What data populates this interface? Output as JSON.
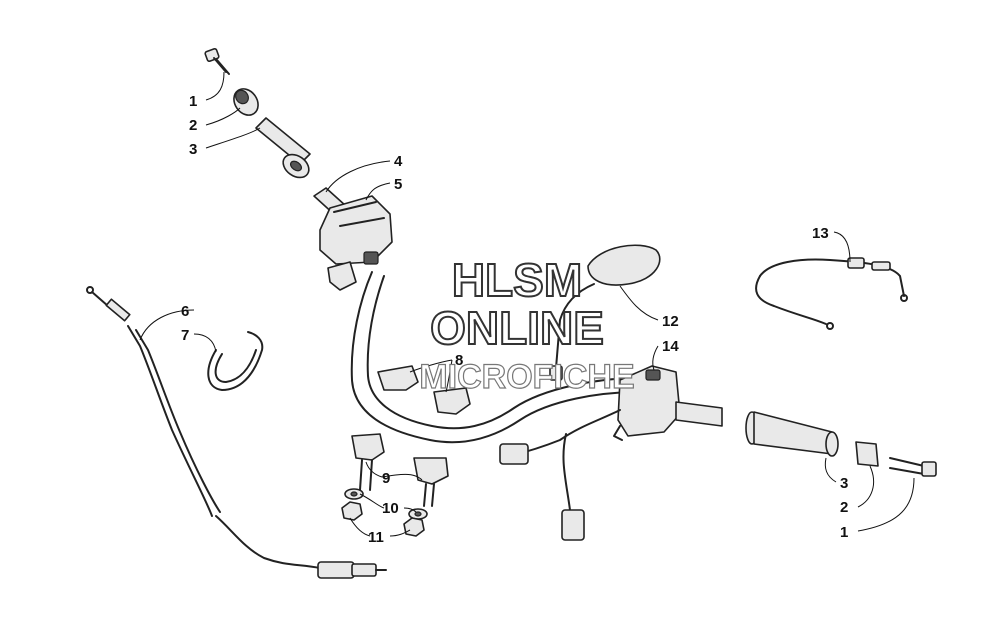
{
  "watermark": {
    "line1": "HLSM",
    "line2": "ONLINE",
    "line3": "MICROFICHE"
  },
  "callouts": {
    "left_bolt": "1",
    "left_end_weight": "2",
    "left_grip": "3",
    "left_switch_housing": "4",
    "left_switch_cover": "5",
    "clutch_cable": "6",
    "cable_clip": "7",
    "upper_clamp": "8",
    "lower_clamp": "9",
    "washer": "10",
    "nut": "11",
    "mirror": "12",
    "throttle_cable": "13",
    "right_switch_housing": "14",
    "right_grip": "3",
    "right_end_weight": "2",
    "right_bolt": "1"
  }
}
